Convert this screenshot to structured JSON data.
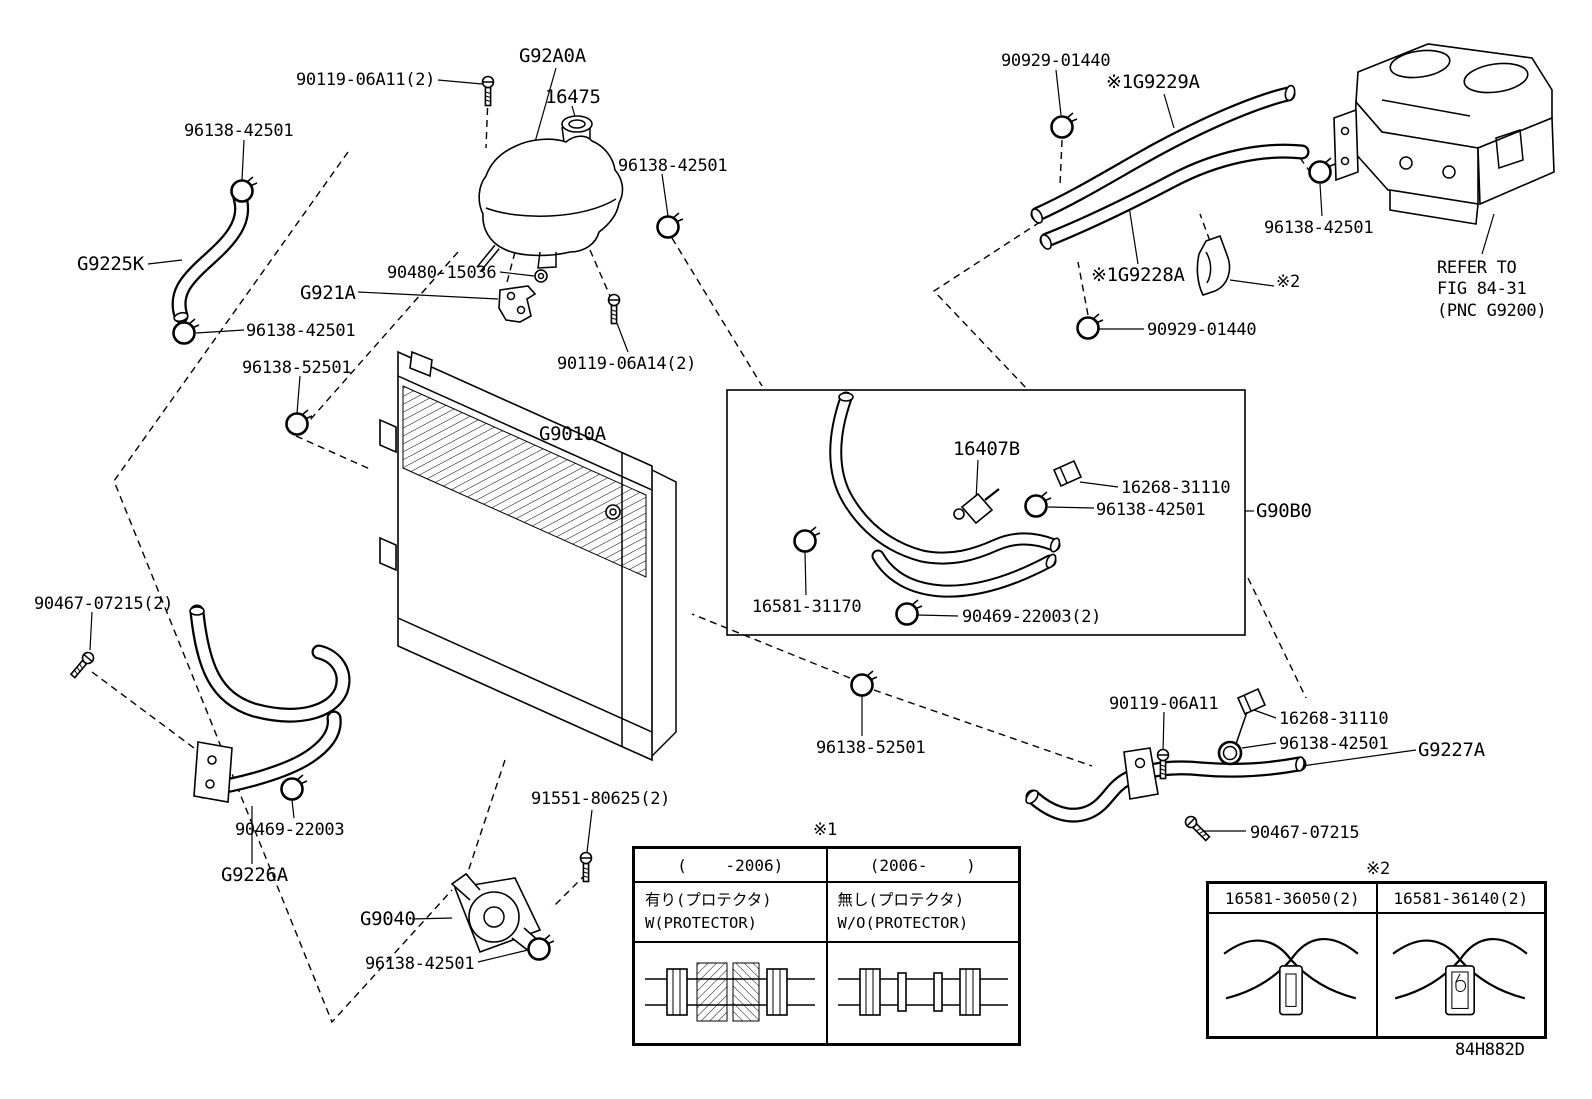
{
  "drawing_code": "84H882D",
  "labels": [
    {
      "text": "G92A0A"
    },
    {
      "text": "90119-06A11(2)"
    },
    {
      "text": "16475"
    },
    {
      "text": "96138-42501"
    },
    {
      "text": "96138-42501"
    },
    {
      "text": "G9225K"
    },
    {
      "text": "90480-15036"
    },
    {
      "text": "G921A"
    },
    {
      "text": "96138-42501"
    },
    {
      "text": "96138-52501"
    },
    {
      "text": "90119-06A14(2)"
    },
    {
      "text": "G9010A"
    },
    {
      "text": "90929-01440"
    },
    {
      "text": "※1G9229A"
    },
    {
      "text": "96138-42501"
    },
    {
      "text": "REFER TO\nFIG 84-31\n(PNC G9200)"
    },
    {
      "text": "※1G9228A"
    },
    {
      "text": "※2"
    },
    {
      "text": "90929-01440"
    },
    {
      "text": "16407B"
    },
    {
      "text": "16268-31110"
    },
    {
      "text": "96138-42501"
    },
    {
      "text": "G90B0"
    },
    {
      "text": "16581-31170"
    },
    {
      "text": "90469-22003(2)"
    },
    {
      "text": "90467-07215(2)"
    },
    {
      "text": "96138-52501"
    },
    {
      "text": "90119-06A11"
    },
    {
      "text": "16268-31110"
    },
    {
      "text": "96138-42501"
    },
    {
      "text": "G9227A"
    },
    {
      "text": "90469-22003"
    },
    {
      "text": "G9226A"
    },
    {
      "text": "91551-80625(2)"
    },
    {
      "text": "G9040"
    },
    {
      "text": "96138-42501"
    },
    {
      "text": "90467-07215"
    },
    {
      "text": "84H882D"
    }
  ],
  "tables": {
    "protector": {
      "mark": "※1",
      "headers": [
        "(    -2006)",
        "(2006-    )"
      ],
      "variant_labels": [
        {
          "jp": "有り(プロテクタ)",
          "en": "W(PROTECTOR)"
        },
        {
          "jp": "無し(プロテクタ)",
          "en": "W/O(PROTECTOR)"
        }
      ]
    },
    "clamp": {
      "mark": "※2",
      "headers": [
        "16581-36050(2)",
        "16581-36140(2)"
      ]
    }
  }
}
